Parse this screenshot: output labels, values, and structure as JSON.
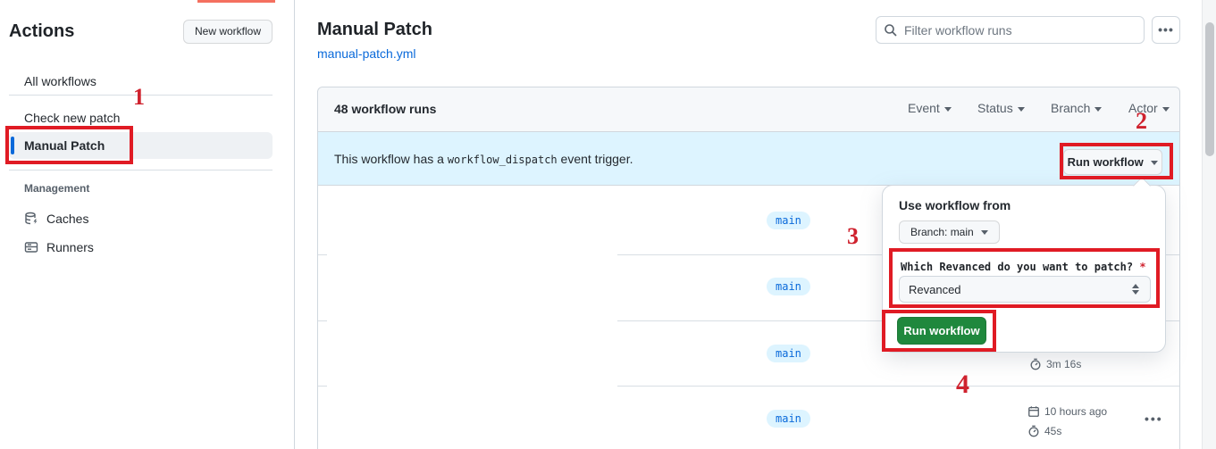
{
  "sidebar": {
    "title": "Actions",
    "new_workflow_button": "New workflow",
    "items": [
      {
        "label": "All workflows"
      },
      {
        "label": "Check new patch"
      },
      {
        "label": "Manual Patch"
      }
    ],
    "management": {
      "heading": "Management",
      "items": [
        {
          "label": "Caches",
          "icon": "cache-icon"
        },
        {
          "label": "Runners",
          "icon": "runners-icon"
        }
      ]
    }
  },
  "header": {
    "title": "Manual Patch",
    "workflow_file": "manual-patch.yml",
    "filter_placeholder": "Filter workflow runs",
    "ellipsis": "•••"
  },
  "runs_card": {
    "count_label": "48 workflow runs",
    "filters": [
      {
        "label": "Event"
      },
      {
        "label": "Status"
      },
      {
        "label": "Branch"
      },
      {
        "label": "Actor"
      }
    ],
    "banner": {
      "text_before": "This workflow has a ",
      "code": "workflow_dispatch",
      "text_after": " event trigger.",
      "run_workflow_button": "Run workflow"
    }
  },
  "dispatch_panel": {
    "title": "Use workflow from",
    "branch_button": "Branch: main",
    "input_label": "Which Revanced do you want to patch?",
    "required_mark": "*",
    "select_value": "Revanced",
    "run_button": "Run workflow"
  },
  "runs": [
    {
      "branch": "main"
    },
    {
      "branch": "main"
    },
    {
      "branch": "main",
      "duration": "3m 16s"
    },
    {
      "branch": "main",
      "date": "10 hours ago",
      "duration": "45s"
    }
  ],
  "annotations": {
    "step1": "1",
    "step2": "2",
    "step3": "3",
    "step4": "4",
    "box_color": "#e01b24"
  },
  "colors": {
    "accent_blue": "#0969da",
    "banner_blue": "#ddf4ff",
    "success_green": "#1f883d",
    "annotation_red": "#cf222e"
  }
}
